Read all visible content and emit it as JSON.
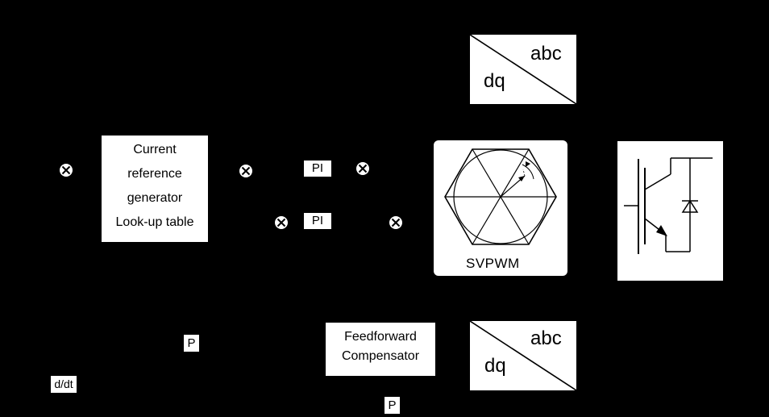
{
  "current_ref": {
    "line1": "Current",
    "line2": "reference",
    "line3": "generator",
    "line4": "Look-up table"
  },
  "pi_d_label": "PI",
  "pi_q_label": "PI",
  "svpwm_label": "SVPWM",
  "dq_abc_top": {
    "top_right": "abc",
    "bottom_left": "dq"
  },
  "dq_abc_bottom": {
    "top_right": "abc",
    "bottom_left": "dq"
  },
  "feedforward": {
    "line1": "Feedforward",
    "line2": "Compensator"
  },
  "p_gain_left": "P",
  "p_gain_bottom": "P",
  "ddt_label": "d/dt"
}
